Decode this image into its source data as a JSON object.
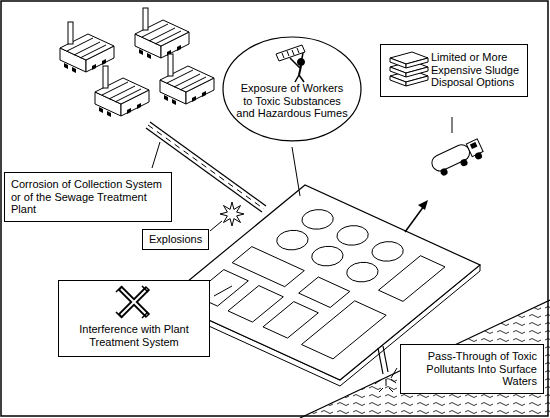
{
  "diagram": {
    "nodes": [
      {
        "text": [
          "Exposure of Workers to Toxic Substances and Hazardous Fumes"
        ]
      },
      {
        "text": [
          "Limited or More Expensive Sludge Disposal Options"
        ]
      },
      {
        "text": [
          "Corrosion of Collection System or of the Sewage Treatment Plant"
        ]
      },
      {
        "text": [
          "Explosions"
        ]
      },
      {
        "text": [
          "Interference with Plant Treatment System"
        ]
      },
      {
        "text": [
          "Pass-Through of Toxic Pollutants Into Surface Waters"
        ]
      }
    ]
  }
}
